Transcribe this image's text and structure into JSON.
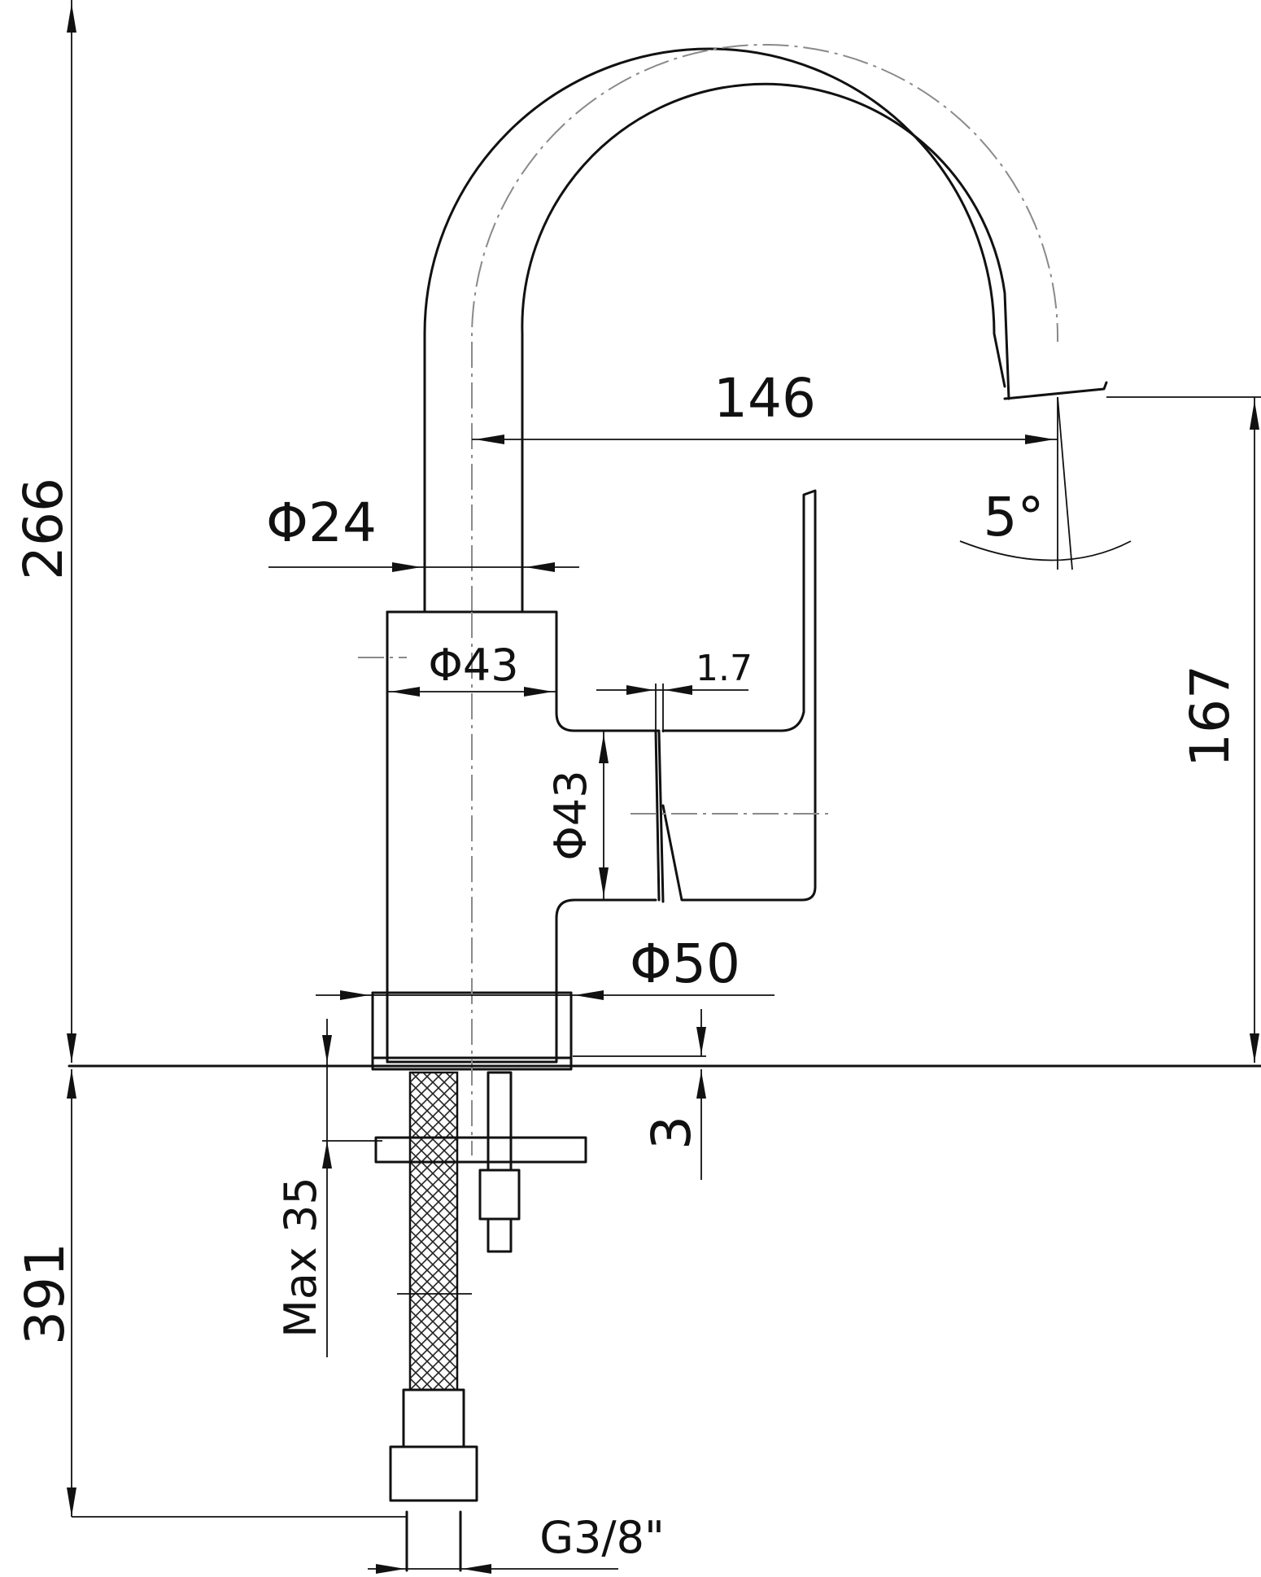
{
  "dimensions": {
    "spout_reach": "146",
    "spout_tube_diameter": "Φ24",
    "body_diameter": "Φ43",
    "lever_gap": "1.7",
    "lever_hub_diameter": "Φ43",
    "base_diameter": "Φ50",
    "spout_angle": "5°",
    "total_height": "266",
    "outlet_height": "167",
    "base_plate_thickness": "3",
    "max_deck_thickness": "Max 35",
    "hose_length": "391",
    "hose_connection": "G3/8\""
  }
}
